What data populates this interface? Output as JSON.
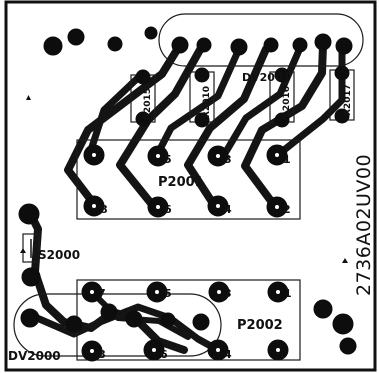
{
  "labels": {
    "dv_top": "DV2001",
    "p_top": "P2001",
    "p_bottom": "P2002",
    "switch": "S2000",
    "dv_bottom": "DV2000",
    "board_code": "2736A02UV00"
  },
  "resistors": [
    "R2015",
    "R2010",
    "R2016",
    "R2017"
  ],
  "p2001_pins": [
    "5",
    "3",
    "1",
    "8",
    "6",
    "4",
    "2"
  ],
  "p2002_pins": [
    "7",
    "5",
    "3",
    "1",
    "8",
    "6",
    "4"
  ],
  "colors": {
    "background": "#ffffff",
    "board_edge": "#111111",
    "trace": "#151515",
    "pad": "#0d0d0d",
    "outline": "#222222"
  }
}
